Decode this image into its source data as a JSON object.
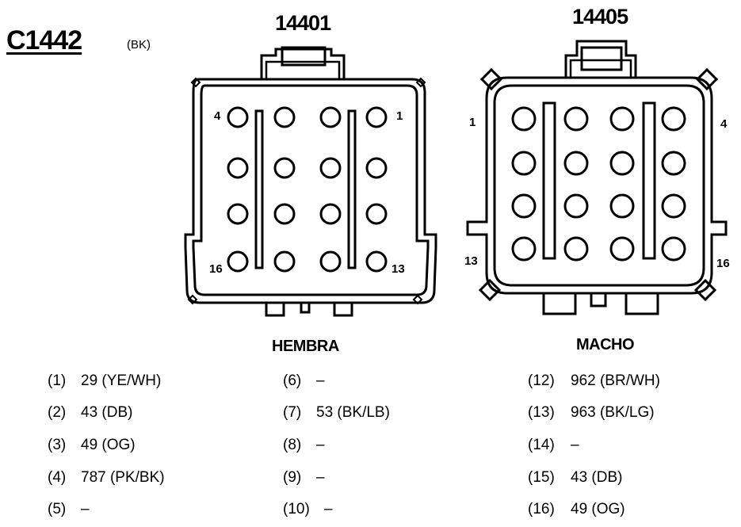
{
  "connector": {
    "id": "C1442",
    "color": "(BK)"
  },
  "left_view": {
    "part_number": "14401",
    "label": "HEMBRA",
    "corner_pins": {
      "top_left": "4",
      "top_right": "1",
      "bottom_left": "16",
      "bottom_right": "13"
    }
  },
  "right_view": {
    "part_number": "14405",
    "label": "MACHO",
    "corner_pins": {
      "top_left": "1",
      "top_right": "4",
      "bottom_left": "13",
      "bottom_right": "16"
    }
  },
  "pinout": {
    "col1": [
      {
        "pin": "(1)",
        "wire": "29 (YE/WH)"
      },
      {
        "pin": "(2)",
        "wire": "43 (DB)"
      },
      {
        "pin": "(3)",
        "wire": "49 (OG)"
      },
      {
        "pin": "(4)",
        "wire": "787 (PK/BK)"
      },
      {
        "pin": "(5)",
        "wire": "–"
      }
    ],
    "col2": [
      {
        "pin": "(6)",
        "wire": "–"
      },
      {
        "pin": "(7)",
        "wire": "53 (BK/LB)"
      },
      {
        "pin": "(8)",
        "wire": "–"
      },
      {
        "pin": "(9)",
        "wire": "–"
      },
      {
        "pin": "(10)",
        "wire": "–"
      }
    ],
    "col3": [
      {
        "pin": "(12)",
        "wire": "962 (BR/WH)"
      },
      {
        "pin": "(13)",
        "wire": "963 (BK/LG)"
      },
      {
        "pin": "(14)",
        "wire": "–"
      },
      {
        "pin": "(15)",
        "wire": "43 (DB)"
      },
      {
        "pin": "(16)",
        "wire": "49 (OG)"
      }
    ]
  }
}
